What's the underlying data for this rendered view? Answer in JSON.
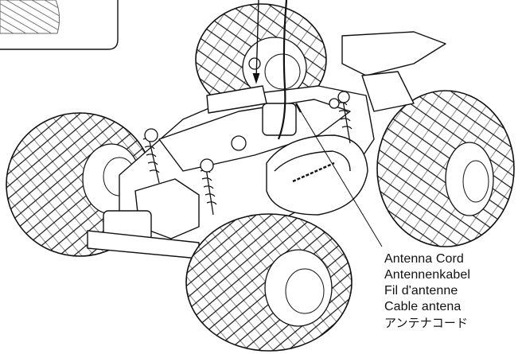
{
  "diagram": {
    "callout_labels": [
      "Antenna Cord",
      "Antennenkabel",
      "Fil d'antenne",
      "Cable antena",
      "アンテナコード"
    ]
  },
  "icons": {
    "main_illustration": "rc-monster-truck-chassis-icon",
    "inset_detail": "tire-tread-detail-icon"
  },
  "colors": {
    "line_art": "#111111",
    "background": "#ffffff"
  }
}
